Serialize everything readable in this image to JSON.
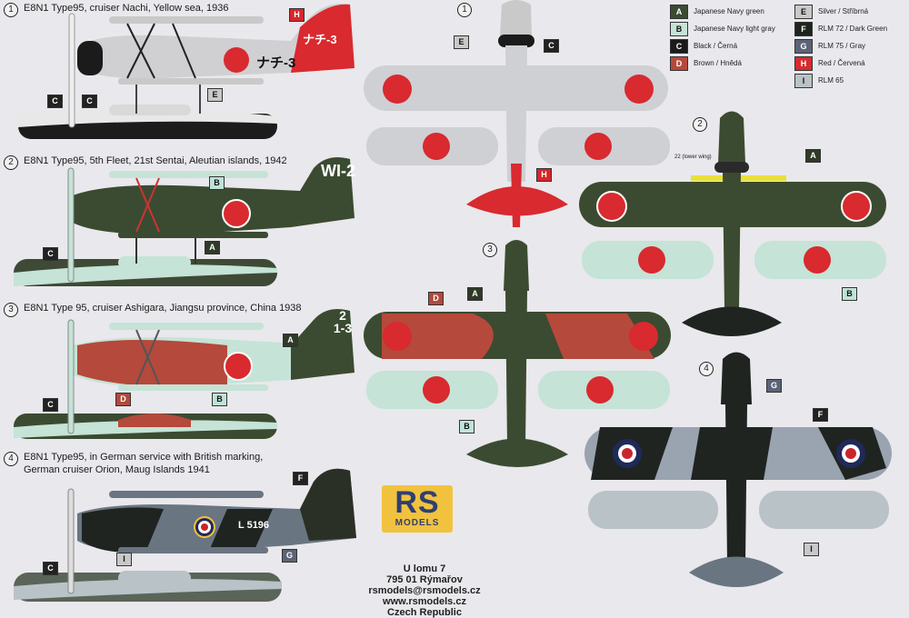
{
  "profiles": [
    {
      "index": "1",
      "caption": "E8N1 Type95, cruiser Nachi, Yellow sea, 1936",
      "tail_code": "ナチ-3",
      "fuselage_code": "ナチ-3"
    },
    {
      "index": "2",
      "caption": "E8N1 Type95, 5th Fleet, 21st Sentai, Aleutian islands, 1942",
      "tail_code": "WI-2"
    },
    {
      "index": "3",
      "caption": "E8N1 Type 95, cruiser Ashigara, Jiangsu province, China 1938",
      "tail_code": "2\n1-3"
    },
    {
      "index": "4",
      "caption_line1": "E8N1 Type95, in German service with British marking,",
      "caption_line2": "German cruiser Orion, Maug Islands 1941",
      "fuselage_code": "L 5196"
    }
  ],
  "top_views": [
    {
      "index": "1"
    },
    {
      "index": "2",
      "note": "22 (lower wing)"
    },
    {
      "index": "3"
    },
    {
      "index": "4"
    }
  ],
  "legend": [
    {
      "code": "A",
      "label": "Japanese Navy green",
      "color": "#3b4b31"
    },
    {
      "code": "B",
      "label": "Japanese Navy light gray",
      "color": "#c5e3d6"
    },
    {
      "code": "C",
      "label": "Black / Černá",
      "color": "#1b1b1b"
    },
    {
      "code": "D",
      "label": "Brown / Hnědá",
      "color": "#b5493b"
    },
    {
      "code": "E",
      "label": "Silver / Stříbrná",
      "color": "#c9c9c9"
    },
    {
      "code": "F",
      "label": "RLM 72 / Dark Green",
      "color": "#1e241c"
    },
    {
      "code": "G",
      "label": "RLM 75 / Gray",
      "color": "#5b6476"
    },
    {
      "code": "H",
      "label": "Red / Červená",
      "color": "#d82a2f"
    },
    {
      "code": "I",
      "label": "RLM 65",
      "color": "#b9c2c7"
    }
  ],
  "logo": {
    "brand": "RS",
    "sub": "MODELS"
  },
  "address": [
    "U lomu 7",
    "795 01 Rýmařov",
    "rsmodels@rsmodels.cz",
    "www.rsmodels.cz",
    "Czech Republic"
  ]
}
